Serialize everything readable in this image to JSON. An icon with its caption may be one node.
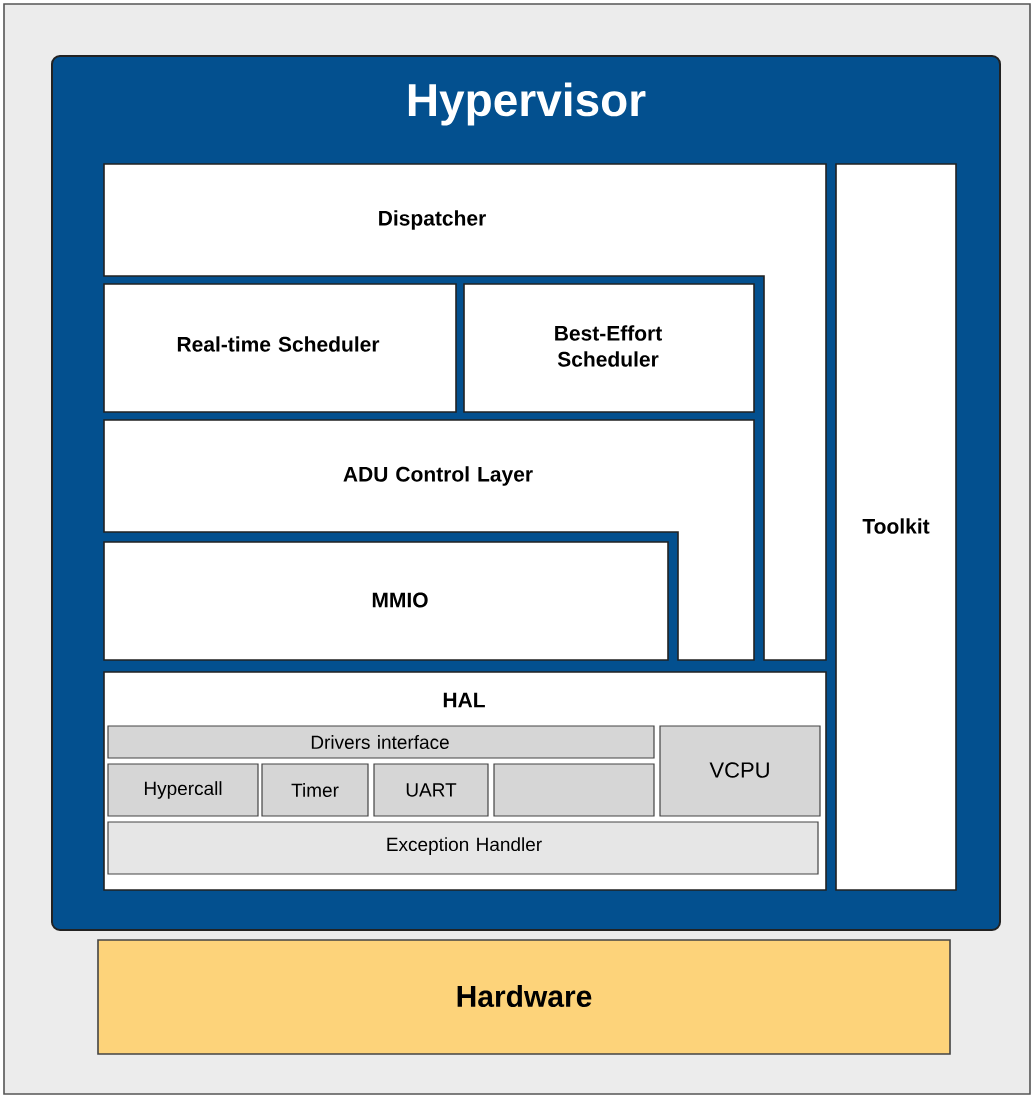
{
  "diagram": {
    "nodes": [
      {
        "text": [
          "Hypervisor"
        ]
      },
      {
        "text": [
          "Dispatcher"
        ],
        "in": 0
      },
      {
        "text": [
          "Real-time Scheduler"
        ],
        "in": 0
      },
      {
        "text": [
          "Best-Effort Scheduler"
        ],
        "in": 0
      },
      {
        "text": [
          "ADU Control Layer"
        ],
        "in": 0
      },
      {
        "text": [
          "MMIO"
        ],
        "in": 0
      },
      {
        "text": [
          "Toolkit"
        ],
        "in": 0
      },
      {
        "text": [
          "HAL"
        ],
        "in": 0
      },
      {
        "text": [
          "Drivers interface"
        ],
        "in": 7
      },
      {
        "text": [
          "Hypercall"
        ],
        "in": 7
      },
      {
        "text": [
          "Timer"
        ],
        "in": 7
      },
      {
        "text": [
          "UART"
        ],
        "in": 7
      },
      {
        "text": [],
        "shape": "box",
        "in": 7
      },
      {
        "text": [
          "VCPU"
        ],
        "in": 7
      },
      {
        "text": [
          "Exception Handler"
        ],
        "in": 7
      },
      {
        "text": [
          "Hardware"
        ]
      }
    ]
  }
}
